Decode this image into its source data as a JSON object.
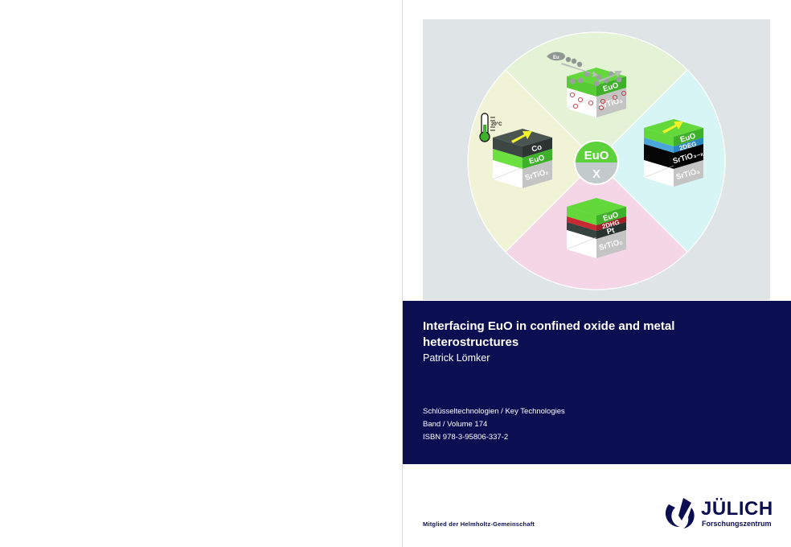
{
  "cover": {
    "title": "Interfacing EuO in confined oxide and metal heterostructures",
    "author": "Patrick Lömker",
    "series": "Schlüsseltechnologien / Key Technologies",
    "volume": "Band / Volume 174",
    "isbn": "ISBN 978-3-95806-337-2",
    "membership": "Mitglied der Helmholtz-Gemeinschaft"
  },
  "logo": {
    "name": "JÜLICH",
    "subtitle": "Forschungszentrum"
  },
  "figure": {
    "center_top": "EuO",
    "center_bottom": "X",
    "eu_source_label": "Eu",
    "temperature": "20°C",
    "colors": {
      "background": "#dfe4e6",
      "top": "#e4f2d6",
      "left": "#f1f3d6",
      "right": "#d6f5f4",
      "bottom": "#f5d6e6",
      "green": "#5cd13a",
      "gray": "#c3cacb",
      "navy": "#0b0f52"
    },
    "cubes": [
      {
        "id": "top",
        "layers": [
          {
            "label": "EuO",
            "h": 14,
            "top": "#62d83a",
            "left": "#58cc34",
            "right": "#3fb02a"
          },
          {
            "label": "SrTiO₃",
            "h": 26,
            "top": "#fff",
            "left": "#ffffff",
            "right": "#c4c4c4"
          }
        ]
      },
      {
        "id": "left",
        "layers": [
          {
            "label": "Co",
            "h": 14,
            "top": "#4a5552",
            "left": "#3c4744",
            "right": "#2c3532"
          },
          {
            "label": "EuO",
            "h": 14,
            "top": "#62d83a",
            "left": "#6be03f",
            "right": "#3fb02a"
          },
          {
            "label": "SrTiO₂",
            "h": 24,
            "top": "#fff",
            "left": "#ffffff",
            "right": "#c4c4c4"
          }
        ]
      },
      {
        "id": "right",
        "layers": [
          {
            "label": "EuO",
            "h": 12,
            "top": "#62d83a",
            "left": "#62d83a",
            "right": "#3fb02a"
          },
          {
            "label": "2DEG",
            "h": 8,
            "top": "#3a9ad0",
            "left": "#4aa6da",
            "right": "#2d86c0"
          },
          {
            "label": "SrTiO₃₋ₓ",
            "h": 20,
            "top": "#000",
            "left": "#050505",
            "right": "#000000"
          },
          {
            "label": "SrTiO₃",
            "h": 22,
            "top": "#fff",
            "left": "#ffffff",
            "right": "#c4c4c4"
          }
        ]
      },
      {
        "id": "bottom",
        "layers": [
          {
            "label": "EuO",
            "h": 12,
            "top": "#62d83a",
            "left": "#62d83a",
            "right": "#3fb02a"
          },
          {
            "label": "2DHG",
            "h": 7,
            "top": "#c0262e",
            "left": "#c82a33",
            "right": "#a01e26"
          },
          {
            "label": "Pt",
            "h": 10,
            "top": "#37433f",
            "left": "#37433f",
            "right": "#27322f"
          },
          {
            "label": "SrTiO₂",
            "h": 24,
            "top": "#fff",
            "left": "#ffffff",
            "right": "#c4c4c4"
          }
        ]
      }
    ]
  }
}
